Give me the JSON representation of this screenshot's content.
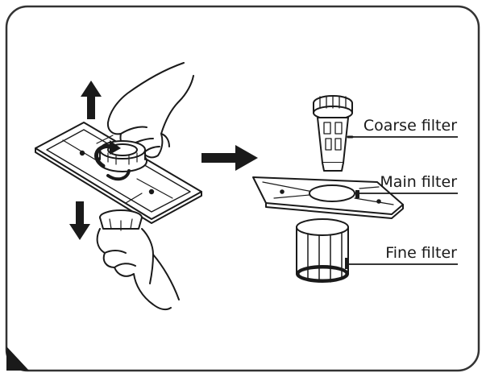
{
  "labels": {
    "coarse": "Coarse filter",
    "main": "Main filter",
    "fine": "Fine filter"
  },
  "colors": {
    "stroke": "#1a1a1a",
    "frame": "#333333",
    "background": "#ffffff"
  },
  "icons": [
    "arrow-up-icon",
    "arrow-down-icon",
    "arrow-right-icon",
    "rotate-arrow-icon"
  ]
}
